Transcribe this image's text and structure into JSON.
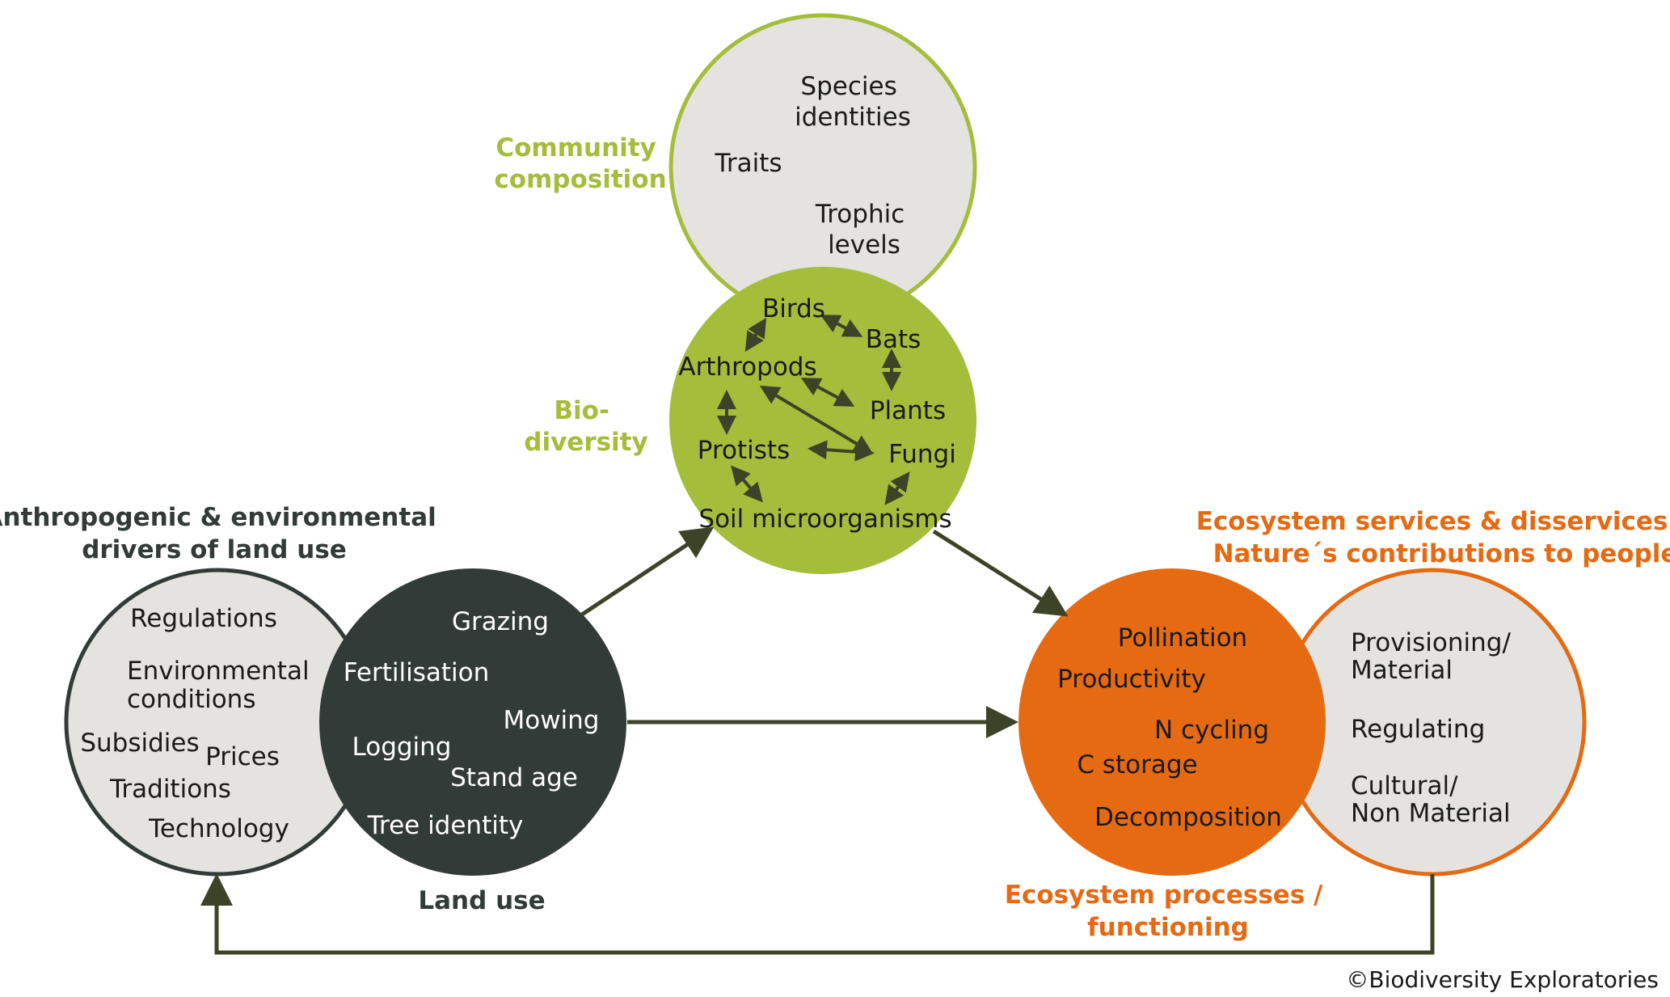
{
  "colors": {
    "green": "#a4bd3b",
    "green_light_fill": "#e4e3e0",
    "dark": "#333b38",
    "orange": "#e56a12",
    "arrow": "#3d4326",
    "connector": "#3d4326"
  },
  "community": {
    "title_lines": [
      "Community",
      "composition"
    ],
    "items": {
      "species": [
        "Species",
        "identities"
      ],
      "traits": "Traits",
      "trophic": [
        "Trophic",
        "levels"
      ]
    }
  },
  "biodiversity": {
    "title_lines": [
      "Bio-",
      "diversity"
    ],
    "items": {
      "birds": "Birds",
      "bats": "Bats",
      "arthropods": "Arthropods",
      "plants": "Plants",
      "protists": "Protists",
      "fungi": "Fungi",
      "soil": "Soil microorganisms"
    }
  },
  "drivers": {
    "title_lines": [
      "Anthropogenic & environmental",
      "drivers of land use"
    ],
    "items": {
      "regulations": "Regulations",
      "environmental": [
        "Environmental",
        "conditions"
      ],
      "subsidies": "Subsidies",
      "prices": "Prices",
      "traditions": "Traditions",
      "technology": "Technology"
    }
  },
  "landuse": {
    "title": "Land use",
    "items": {
      "grazing": "Grazing",
      "fertilisation": "Fertilisation",
      "mowing": "Mowing",
      "logging": "Logging",
      "standage": "Stand age",
      "treeidentity": "Tree identity"
    }
  },
  "processes": {
    "title_lines": [
      "Ecosystem processes /",
      "functioning"
    ],
    "items": {
      "pollination": "Pollination",
      "productivity": "Productivity",
      "ncycling": "N cycling",
      "cstorage": "C storage",
      "decomposition": "Decomposition"
    }
  },
  "services": {
    "title_lines": [
      "Ecosystem services & disservices /",
      "Nature´s contributions to people"
    ],
    "items": {
      "provisioning": [
        "Provisioning/",
        "Material"
      ],
      "regulating": "Regulating",
      "cultural": [
        "Cultural/",
        "Non Material"
      ]
    }
  },
  "copyright": "©Biodiversity Exploratories"
}
